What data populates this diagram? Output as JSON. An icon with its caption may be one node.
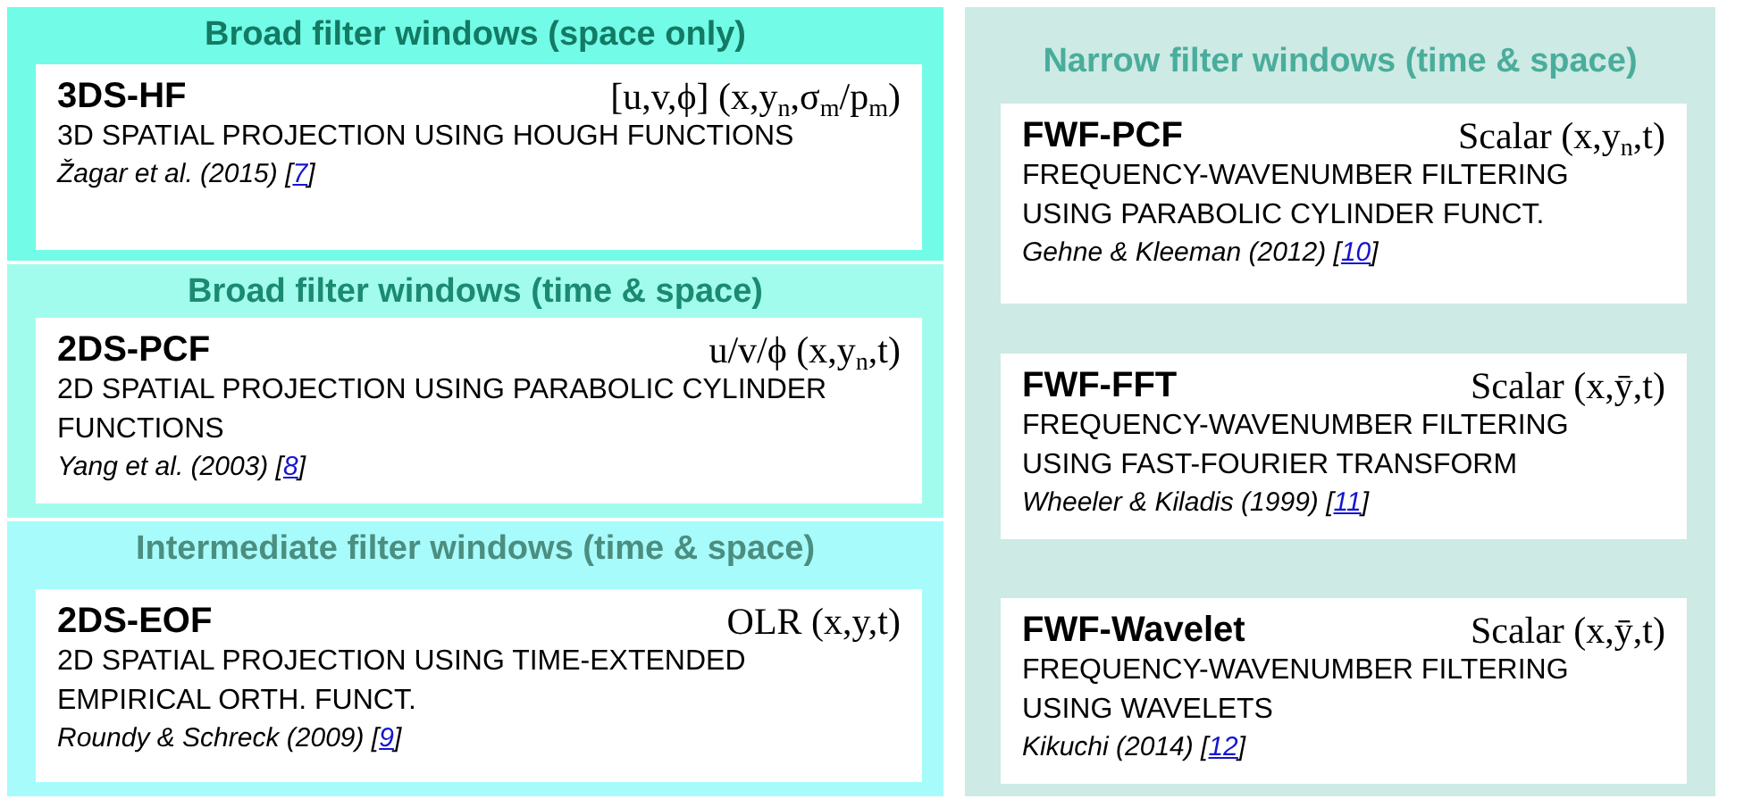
{
  "diagram": {
    "nodes": [
      {
        "text": [
          "Broad filter windows (space only)"
        ]
      },
      {
        "text": [
          "3DS-HF",
          "[u,v,ϕ] (x,y$_{n}$,σ$_{m}$/p$_{m}$)",
          "3D SPATIAL PROJECTION USING HOUGH FUNCTIONS",
          "Žagar et al. (2015) [7]"
        ],
        "in": 0
      },
      {
        "text": [
          "Broad filter windows (time & space)"
        ]
      },
      {
        "text": [
          "2DS-PCF",
          "u/v/ϕ (x,y$_{n}$,t)",
          "2D SPATIAL PROJECTION USING PARABOLIC CYLINDER FUNCTIONS",
          "Yang et al. (2003) [8]"
        ],
        "in": 2
      },
      {
        "text": [
          "Intermediate  filter windows (time & space)"
        ]
      },
      {
        "text": [
          "2DS-EOF",
          "OLR (x,y,t)",
          "2D SPATIAL PROJECTION USING TIME-EXTENDED EMPIRICAL ORTH. FUNCT.",
          "Roundy & Schreck (2009) [9]"
        ],
        "in": 4
      },
      {
        "text": [
          "Narrow filter windows (time & space)"
        ]
      },
      {
        "text": [
          "FWF-PCF",
          "Scalar (x,y$_{n}$,t)",
          "FREQUENCY-WAVENUMBER FILTERING USING PARABOLIC CYLINDER FUNCT.",
          "Gehne & Kleeman (2012) [10]"
        ],
        "in": 6
      },
      {
        "text": [
          "FWF-FFT",
          "Scalar (x,ȳ,t)",
          "FREQUENCY-WAVENUMBER FILTERING USING FAST-FOURIER TRANSFORM",
          "Wheeler & Kiladis (1999) [11]"
        ],
        "in": 6
      },
      {
        "text": [
          "FWF-Wavelet",
          "Scalar (x,ȳ,t)",
          "FREQUENCY-WAVENUMBER FILTERING USING WAVELETS",
          "Kikuchi (2014) [12]"
        ],
        "in": 6
      }
    ]
  }
}
